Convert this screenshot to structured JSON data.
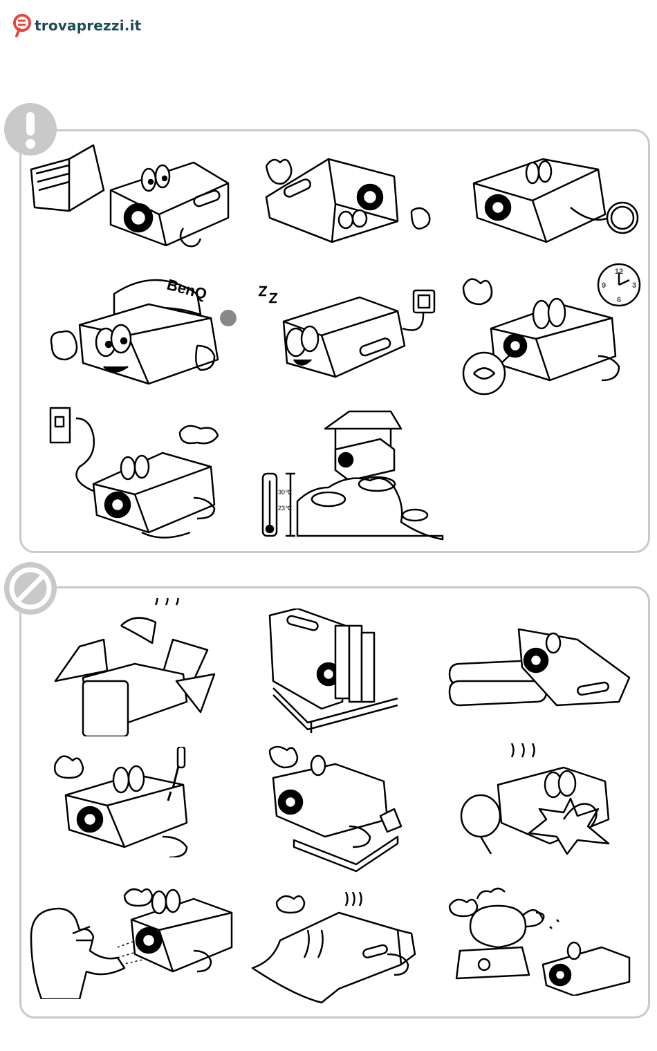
{
  "header": {
    "logo_text": "trovaprezzi.it",
    "brand_color": "#e8453c",
    "text_color": "#1d4a5a"
  },
  "sections": [
    {
      "icon": "exclamation-icon",
      "illustrations": [
        {
          "icon": "read-manual-icon"
        },
        {
          "icon": "carry-level-icon"
        },
        {
          "icon": "lens-cap-icon"
        },
        {
          "icon": "original-parts-icon",
          "label": "BenQ"
        },
        {
          "icon": "power-adapter-icon"
        },
        {
          "icon": "lamp-timer-icon",
          "clock": {
            "n12": "12",
            "n3": "3",
            "n6": "6",
            "n9": "9"
          }
        },
        {
          "icon": "unplug-icon"
        },
        {
          "icon": "temperature-altitude-icon",
          "temp_high": "30℃",
          "temp_low": "23℃"
        }
      ]
    },
    {
      "icon": "prohibited-icon",
      "illustrations": [
        {
          "icon": "no-blocked-vents-icon"
        },
        {
          "icon": "no-unstable-surface-icon"
        },
        {
          "icon": "no-vertical-placement-icon"
        },
        {
          "icon": "no-disassembly-icon"
        },
        {
          "icon": "no-liquids-icon"
        },
        {
          "icon": "no-impact-icon"
        },
        {
          "icon": "no-looking-into-lens-icon"
        },
        {
          "icon": "no-covering-icon"
        },
        {
          "icon": "no-heat-source-icon"
        }
      ]
    }
  ]
}
